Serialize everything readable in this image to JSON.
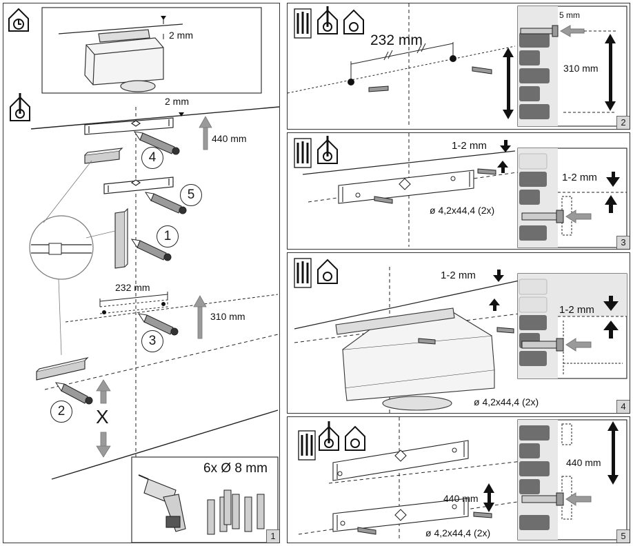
{
  "panel1": {
    "step": "1",
    "top_gap": "2 mm",
    "gap_2mm": "2 mm",
    "dist_440": "440 mm",
    "dist_232": "232 mm",
    "dist_310": "310 mm",
    "circles": [
      "4",
      "5",
      "1",
      "3",
      "2"
    ],
    "x_mark": "X",
    "drill_text": "6x Ø 8 mm",
    "icon": "hood-icon"
  },
  "panel2": {
    "step": "2",
    "dist_232": "232 mm",
    "dist_5": "5 mm",
    "dist_310": "310 mm"
  },
  "panel3": {
    "step": "3",
    "gap_a": "1-2 mm",
    "gap_b": "1-2 mm",
    "screw": "ø 4,2x44,4 (2x)"
  },
  "panel4": {
    "step": "4",
    "gap_a": "1-2 mm",
    "gap_b": "1-2 mm",
    "screw": "ø 4,2x44,4 (2x)"
  },
  "panel5": {
    "step": "5",
    "dist_a": "440 mm",
    "dist_b": "440 mm",
    "screw": "ø 4,2x44,4 (2x)"
  },
  "colors": {
    "line": "#222222",
    "grey": "#8a8a8a",
    "brick": "#6a6a6a",
    "wall": "#e6e6e6"
  }
}
